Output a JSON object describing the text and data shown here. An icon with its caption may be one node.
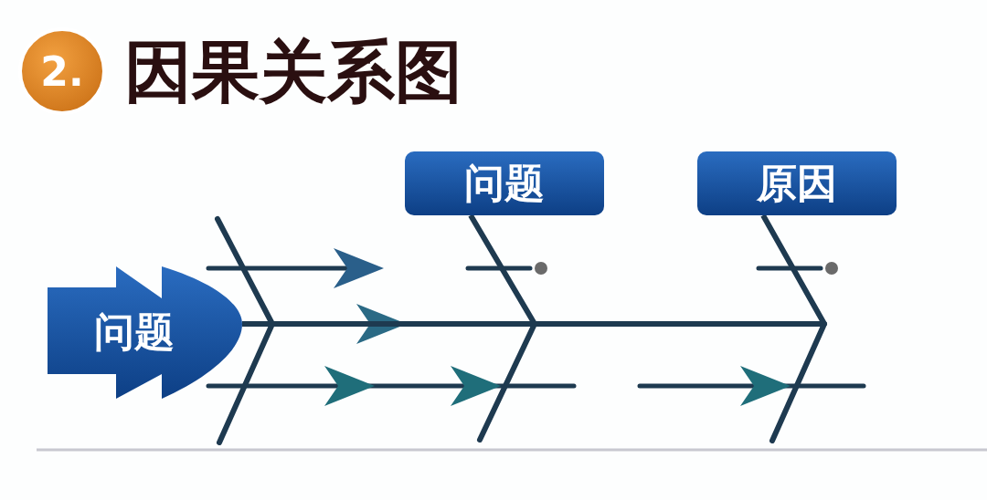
{
  "diagram": {
    "title": "因果关系图",
    "nodes": [
      {
        "text": [
          "2."
        ]
      },
      {
        "text": [
          "问题"
        ]
      },
      {
        "text": [
          "问题"
        ]
      },
      {
        "text": [
          "原因"
        ]
      }
    ],
    "edges": [
      {
        "from": 2,
        "to": 1,
        "arrow": "none"
      },
      {
        "from": 3,
        "to": 1,
        "arrow": "none"
      }
    ]
  }
}
